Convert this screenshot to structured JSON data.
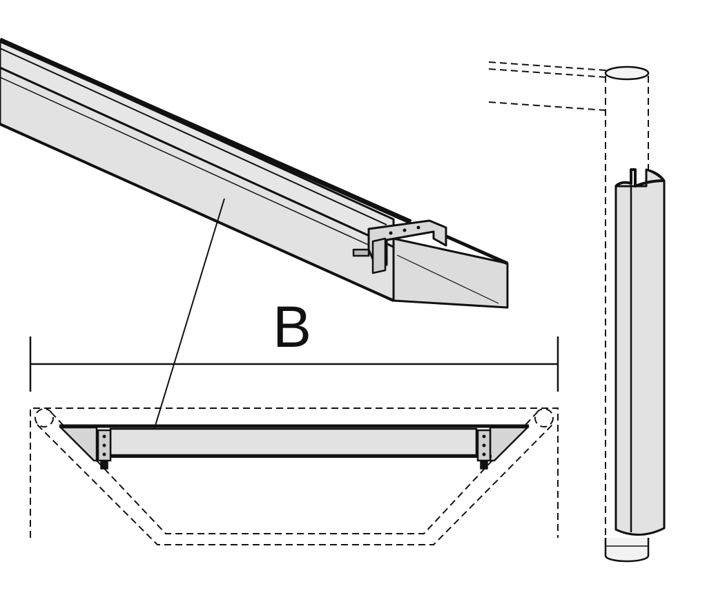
{
  "dimension": {
    "label": "B"
  },
  "colors": {
    "stroke": "#111111",
    "panel_fill": "#e2e2e2",
    "background": "#ffffff"
  },
  "parts": {
    "beam": "cable-tray-beam",
    "cover_profile": "cover-profile-section",
    "column": "column-post",
    "column_cover": "half-shell-column-cover"
  }
}
